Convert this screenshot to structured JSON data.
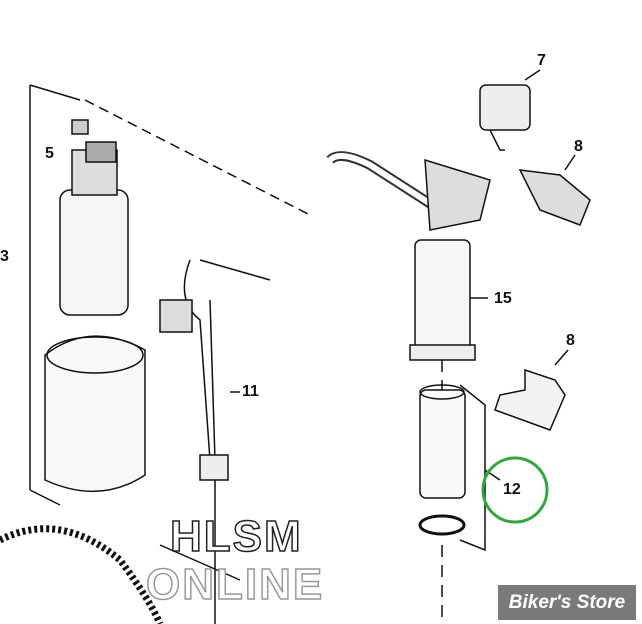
{
  "callouts": {
    "c3": "3",
    "c5": "5",
    "c7": "7",
    "c8a": "8",
    "c8b": "8",
    "c11": "11",
    "c12": "12",
    "c15": "15"
  },
  "watermark": {
    "line1": "HLSM",
    "line2": "ONLINE"
  },
  "logo": "Biker's Store",
  "colors": {
    "highlight": "#2eaa3c",
    "logo_bg": "#7a7a7a"
  }
}
